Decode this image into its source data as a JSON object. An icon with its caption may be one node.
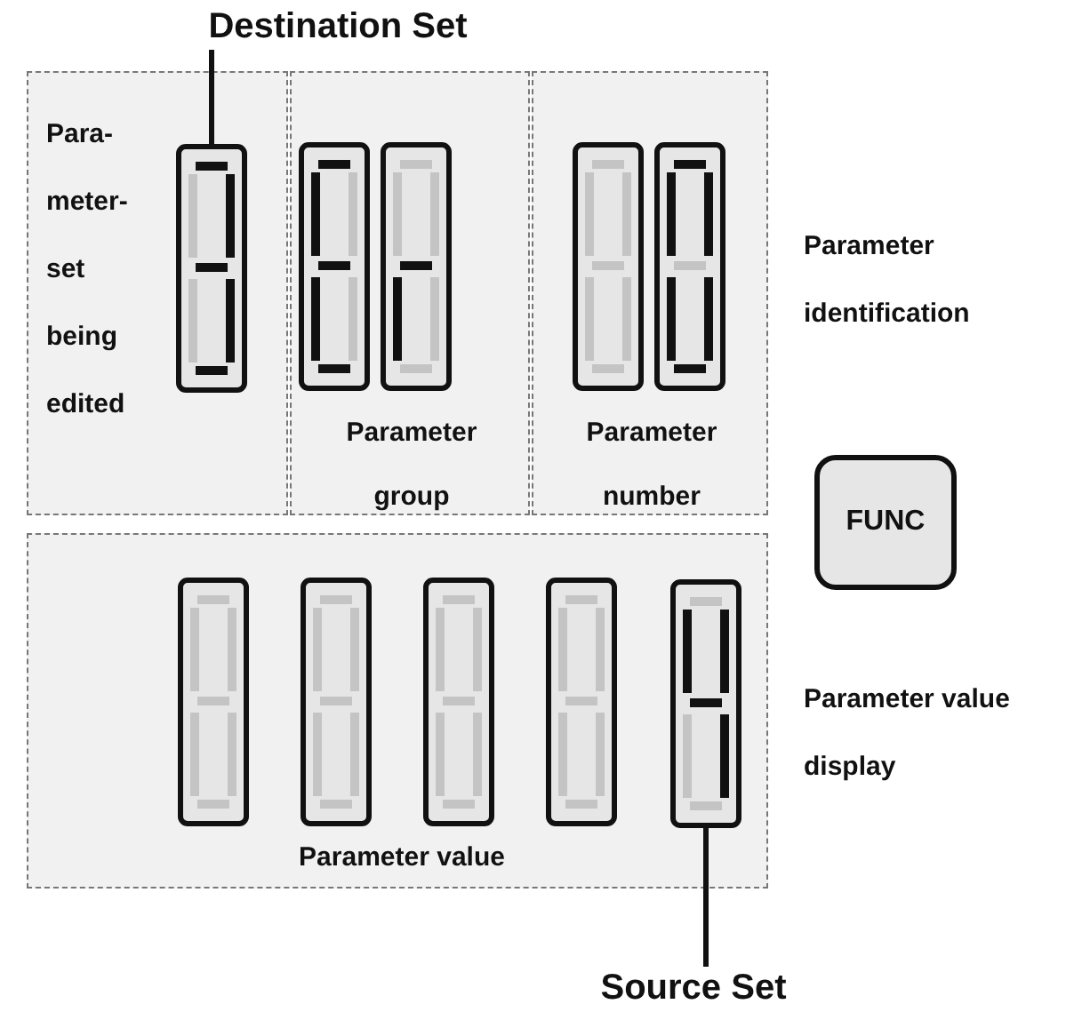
{
  "diagram": {
    "nodes": [
      {
        "text": [
          "Destination Set"
        ]
      },
      {
        "text": [
          "Para-meter-set being edited"
        ]
      },
      {
        "text": [],
        "shape": "picture",
        "in": 1
      },
      {
        "text": [
          "Parameter group"
        ]
      },
      {
        "text": [
          "Parameter number"
        ]
      },
      {
        "text": [
          "FUNC"
        ]
      },
      {
        "text": [
          "Parameter value"
        ]
      },
      {
        "text": [],
        "shape": "picture",
        "in": 6
      },
      {
        "text": [
          "Source Set"
        ]
      }
    ],
    "edges": [
      {
        "from": 0,
        "to": 2,
        "arrow": "none"
      },
      {
        "from": 8,
        "to": 7,
        "arrow": "none"
      }
    ],
    "labels": [
      "Parameter identification",
      "Parameter value display"
    ]
  }
}
